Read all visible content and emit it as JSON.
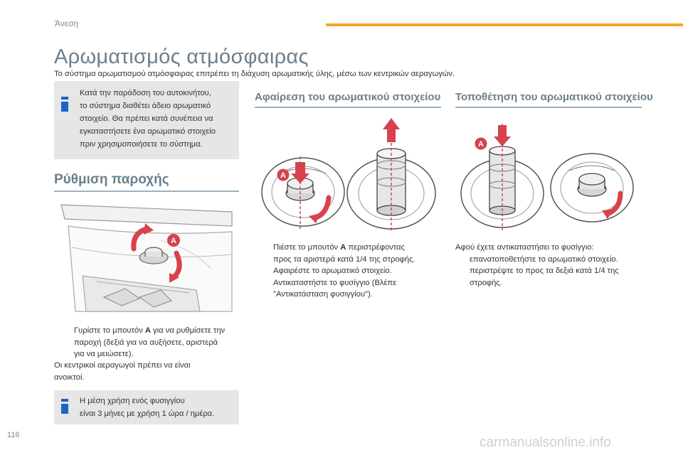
{
  "header": {
    "section": "Άνεση"
  },
  "title": "Αρωματισμός ατμόσφαιρας",
  "intro": "Το σύστημα αρωματισμού ατμόσφαιρας επιτρέπει τη διάχυση αρωματικής ύλης, μέσω των κεντρικών αεραγωγών.",
  "info1": [
    "Κατά την παράδοση του αυτοκινήτου,",
    "το σύστημα διαθέτει άδειο αρωματικό",
    "στοιχείο. Θα πρέπει κατά συνέπεια να",
    "εγκαταστήσετε ένα αρωματικό στοιχείο",
    "πριν χρησιμοποιήσετε το σύστημα."
  ],
  "adjust": {
    "heading": "Ρύθμιση παροχής",
    "callout": "A",
    "bullet1_pre": "Γυρίστε το μπουτόν",
    "bullet1_bold": "A",
    "bullet1_post": "για να ρυθμίσετε την",
    "bullet1_line2": "παροχή (δεξιά για να αυξήσετε, αριστερά",
    "bullet1_line3": "για να μειώσετε).",
    "note_line1": "Οι κεντρικοί αεραγωγοί πρέπει να είναι",
    "note_line2": "ανοικτοί."
  },
  "info2": [
    "Η μέση χρήση ενός φυσιγγίου",
    "είναι 3 μήνες με χρήση 1 ώρα / ημέρα."
  ],
  "remove": {
    "heading": "Αφαίρεση του αρωματικού στοιχείου",
    "callout": "A",
    "b1_pre": "Πιέστε το μπουτόν",
    "b1_bold": "A",
    "b1_post": "περιστρέφοντας",
    "b1_line2": "προς τα αριστερά κατά 1/4 της στροφής.",
    "b2": "Αφαιρέστε το αρωματικό στοιχείο.",
    "b3_line1": "Αντικαταστήστε το φυσίγγιο (Βλέπε",
    "b3_line2": "\"Αντικατάσταση φυσιγγίου\")."
  },
  "install": {
    "heading": "Τοποθέτηση του αρωματικού στοιχείου",
    "callout": "A",
    "lead": "Αφού έχετε αντικαταστήσει το φυσίγγιο:",
    "b1": "επανατοποθετήστε το αρωματικό στοιχείο.",
    "b2_line1": "περιστρέψτε το προς τα δεξιά κατά 1/4 της",
    "b2_line2": "στροφής."
  },
  "bullet_glyph": "",
  "page_number": "116",
  "watermark": "carmanualsonline.info",
  "colors": {
    "accent": "#f4a623",
    "callout": "#d8414e",
    "heading": "#6b7f8d",
    "info": "#1c64c4",
    "box": "#e6e6e6"
  }
}
